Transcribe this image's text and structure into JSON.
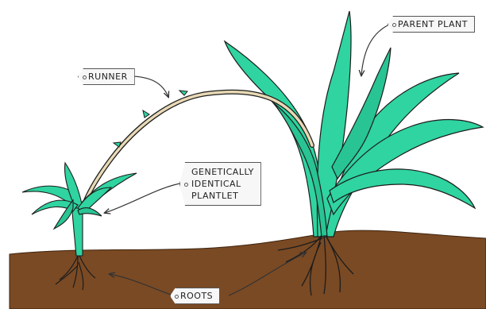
{
  "labels": {
    "runner": "RUNNER",
    "parent_plant": "PARENT PLANT",
    "plantlet": [
      "GENETICALLY",
      "IDENTICAL",
      "PLANTLET"
    ],
    "roots": "ROOTS"
  },
  "colors": {
    "leaf": "#2fd4a0",
    "leaf_dark": "#1f9e75",
    "soil": "#7a4a24",
    "soil_dark": "#5e3716",
    "runner": "#e8d9b5",
    "outline": "#222222",
    "arrow": "#333333"
  }
}
